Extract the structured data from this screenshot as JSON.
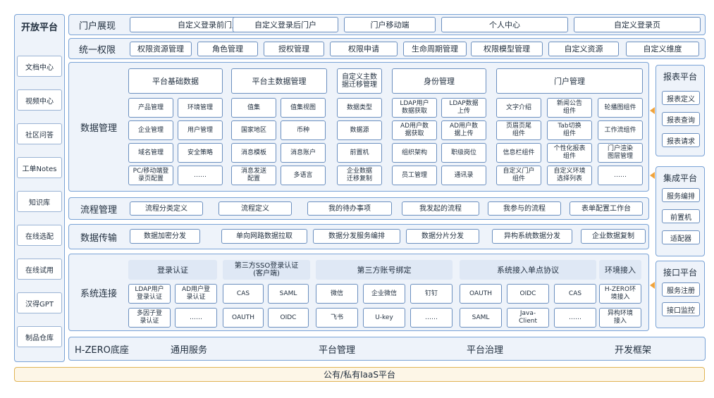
{
  "colors": {
    "border": "#7aa3d6",
    "panel_bg": "#eef3fa",
    "iaas_border": "#e0b455",
    "iaas_bg": "#fdf6e7",
    "arrow": "#f0a33c"
  },
  "sidebar": {
    "title": "开放平台",
    "items": [
      "文档中心",
      "视频中心",
      "社区问答",
      "工单Notes",
      "知识库",
      "在线选配",
      "在线试用",
      "汉得GPT",
      "制品仓库"
    ]
  },
  "portal": {
    "label": "门户展现",
    "items": [
      "自定义登录前门户",
      "自定义登录后门户",
      "门户移动端",
      "个人中心",
      "自定义登录页"
    ]
  },
  "permission": {
    "label": "统一权限",
    "items": [
      "权限资源管理",
      "角色管理",
      "授权管理",
      "权限申请",
      "生命周期管理",
      "权限模型管理",
      "自定义资源",
      "自定义维度"
    ]
  },
  "data_mgmt": {
    "label": "数据管理",
    "platform_basic": {
      "title": "平台基础数据",
      "items": [
        "产品管理",
        "环境管理",
        "企业管理",
        "用户管理",
        "域名管理",
        "安全策略",
        "PC/移动端登\n录页配置",
        "……"
      ]
    },
    "platform_master": {
      "title": "平台主数据管理",
      "items": [
        "值集",
        "值集视图",
        "国家地区",
        "币种",
        "消息模板",
        "消息账户",
        "消息发送\n配置",
        "多语言"
      ]
    },
    "custom_master": {
      "title": "自定义主数\n据迁移管理",
      "items": [
        "数据类型",
        "数据源",
        "前置机",
        "企业数据\n迁移复制"
      ]
    },
    "identity": {
      "title": "身份管理",
      "items": [
        "LDAP用户\n数据获取",
        "LDAP数据\n上传",
        "AD用户数\n据获取",
        "AD用户数\n据上传",
        "组织架构",
        "职级岗位",
        "员工管理",
        "通讯录"
      ]
    },
    "portal_mgmt": {
      "title": "门户管理",
      "items": [
        "文字介绍",
        "新闻公告\n组件",
        "轮播图组件",
        "页眉页尾\n组件",
        "Tab切换\n组件",
        "工作流组件",
        "信息栏组件",
        "个性化报表\n组件",
        "门户渲染\n图层管理",
        "自定义门户\n组件",
        "自定义环境\n选择列表",
        "……"
      ]
    }
  },
  "process": {
    "label": "流程管理",
    "items": [
      "流程分类定义",
      "流程定义",
      "我的待办事项",
      "我发起的流程",
      "我参与的流程",
      "表单配置工作台"
    ]
  },
  "transfer": {
    "label": "数据传输",
    "items": [
      "数据加密分发",
      "单向网路数据拉取",
      "数据分发服务编排",
      "数据分片分发",
      "异构系统数据分发",
      "企业数据复制"
    ]
  },
  "connect": {
    "label": "系统连接",
    "login_auth": {
      "title": "登录认证",
      "items": [
        "LDAP用户\n登录认证",
        "AD用户登\n录认证",
        "多因子登\n录认证",
        "……"
      ]
    },
    "sso": {
      "title": "第三方SSO登录认证\n(客户端)",
      "items": [
        "CAS",
        "SAML",
        "OAUTH",
        "OIDC"
      ]
    },
    "account_bind": {
      "title": "第三方账号绑定",
      "items": [
        "微信",
        "企业微信",
        "钉钉",
        "飞书",
        "U-key",
        "……"
      ]
    },
    "single_sign": {
      "title": "系统接入单点协议",
      "items": [
        "OAUTH",
        "OIDC",
        "CAS",
        "SAML",
        "Java-\nClient",
        "……"
      ]
    },
    "env_access": {
      "title": "环境接入",
      "items": [
        "H-ZERO环\n境接入",
        "异构环境\n接入"
      ]
    }
  },
  "base": {
    "label": "H-ZERO底座",
    "items": [
      "通用服务",
      "平台管理",
      "平台治理",
      "开发框架"
    ]
  },
  "iaas": {
    "label": "公有/私有IaaS平台"
  },
  "right": {
    "report": {
      "title": "报表平台",
      "items": [
        "报表定义",
        "报表查询",
        "报表请求"
      ]
    },
    "integration": {
      "title": "集成平台",
      "items": [
        "服务编排",
        "前置机",
        "适配器"
      ]
    },
    "api": {
      "title": "接口平台",
      "items": [
        "服务注册",
        "接口监控"
      ]
    }
  }
}
